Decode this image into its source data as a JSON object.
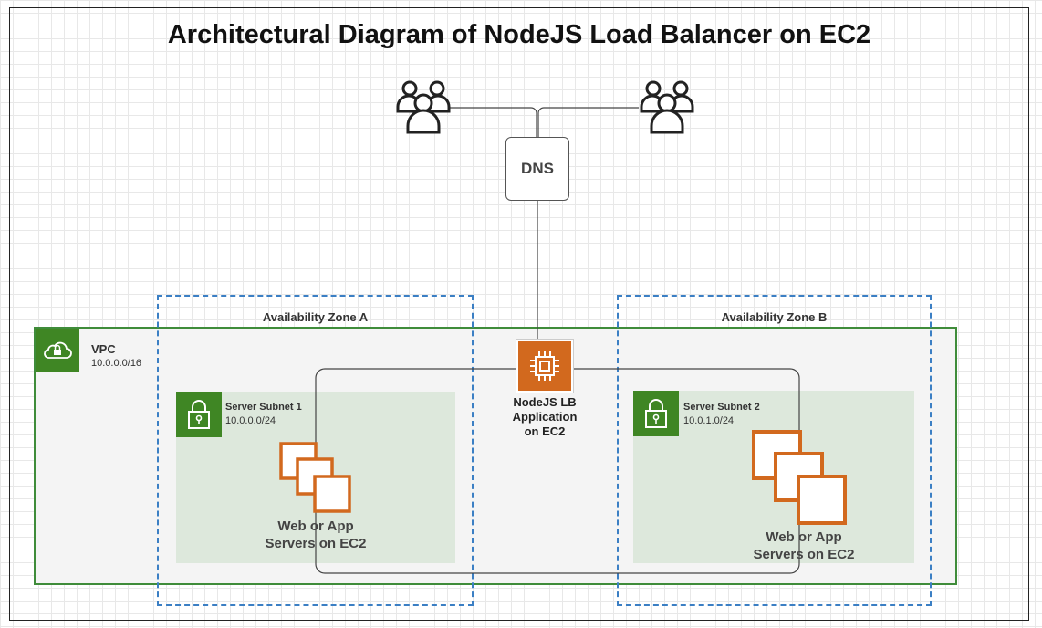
{
  "title": "Architectural Diagram of NodeJS Load Balancer on EC2",
  "dns": {
    "label": "DNS"
  },
  "vpc": {
    "label": "VPC",
    "cidr": "10.0.0.0/16"
  },
  "zones": [
    {
      "label": "Availability Zone A"
    },
    {
      "label": "Availability Zone B"
    }
  ],
  "subnets": [
    {
      "label": "Server Subnet 1",
      "cidr": "10.0.0.0/24",
      "servers_line1": "Web or App",
      "servers_line2": "Servers on EC2"
    },
    {
      "label": "Server Subnet 2",
      "cidr": "10.0.1.0/24",
      "servers_line1": "Web or App",
      "servers_line2": "Servers on EC2"
    }
  ],
  "load_balancer": {
    "line1": "NodeJS LB",
    "line2": "Application",
    "line3": "on EC2"
  },
  "colors": {
    "vpc_border": "#3f8c3a",
    "az_border": "#3b7fc4",
    "ec2_orange": "#d2691e",
    "green_tile": "#3f8624"
  },
  "icons": [
    "users-group-icon",
    "vpc-cloud-lock-icon",
    "subnet-lock-icon",
    "ec2-chip-icon",
    "ec2-instances-icon"
  ]
}
